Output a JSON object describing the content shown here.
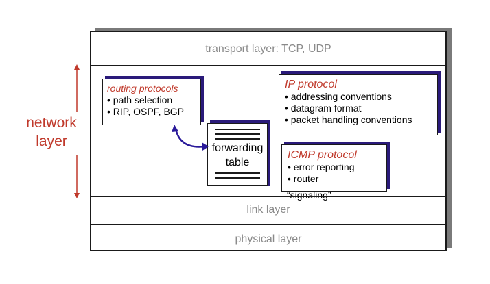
{
  "layers": {
    "transport": "transport layer: TCP, UDP",
    "link": "link layer",
    "physical": "physical layer"
  },
  "network_label": {
    "line1": "network",
    "line2": "layer"
  },
  "routing_box": {
    "title": "routing protocols",
    "items": [
      "path selection",
      "RIP, OSPF, BGP"
    ]
  },
  "ip_box": {
    "title": "IP protocol",
    "items": [
      "addressing conventions",
      "datagram format",
      "packet handling conventions"
    ]
  },
  "icmp_box": {
    "title": "ICMP protocol",
    "items": [
      "error reporting",
      "router",
      "“signaling”"
    ]
  },
  "forwarding_table": {
    "line1": "forwarding",
    "line2": "table"
  },
  "colors": {
    "accent_red": "#c0392b",
    "box_shadow": "#2a1a7a",
    "arrow": "#2a1a9a",
    "layer_text": "#8a8a8a"
  }
}
